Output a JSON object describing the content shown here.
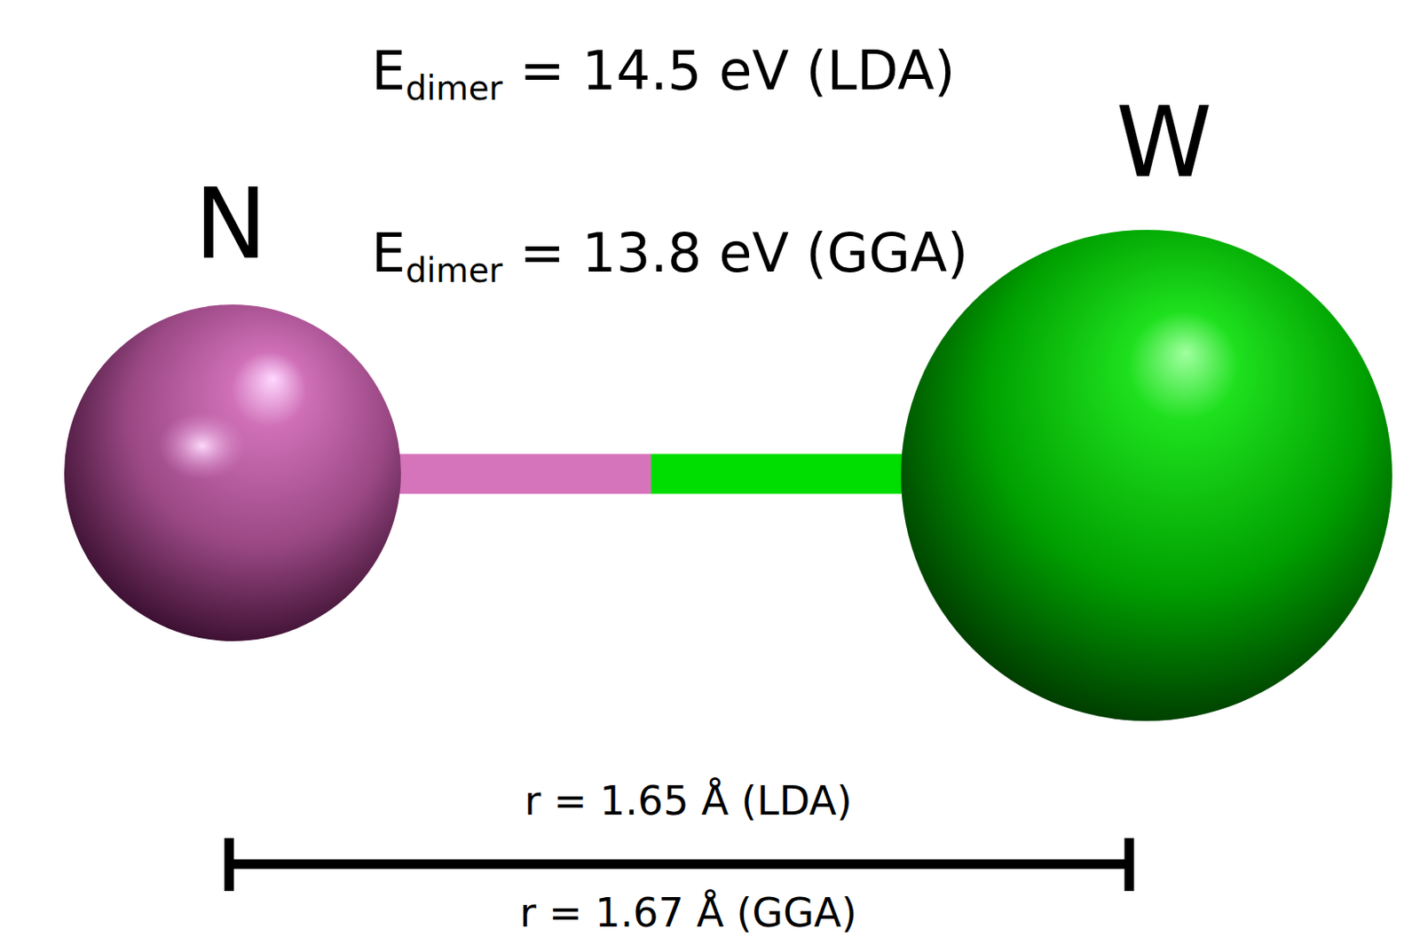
{
  "diagram": {
    "nodes": [
      {
        "text": [
          "N"
        ]
      },
      {
        "text": [
          "W"
        ]
      }
    ],
    "edges": [
      {
        "from": 0,
        "to": 1,
        "arrow": "none"
      }
    ],
    "labels": [
      "Edimer = 14.5 eV (LDA)",
      "Edimer = 13.8 eV (GGA)",
      "r = 1.65 Å (LDA)",
      "r = 1.67 Å (GGA)"
    ]
  }
}
